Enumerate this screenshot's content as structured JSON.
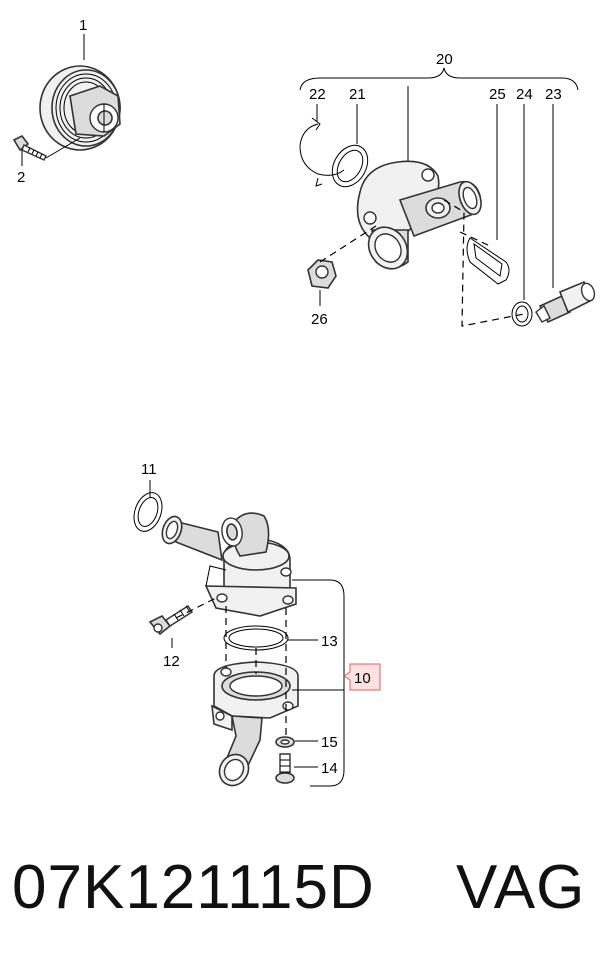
{
  "callouts": {
    "c1": "1",
    "c2": "2",
    "c20": "20",
    "c22": "22",
    "c21": "21",
    "c25": "25",
    "c24": "24",
    "c23": "23",
    "c26": "26",
    "c11": "11",
    "c12": "12",
    "c13": "13",
    "c10": "10",
    "c15": "15",
    "c14": "14"
  },
  "footer": {
    "part_number": "07K121115D",
    "brand": "VAG"
  },
  "colors": {
    "highlight_fill": "#fde0e0",
    "highlight_stroke": "#e06060"
  }
}
